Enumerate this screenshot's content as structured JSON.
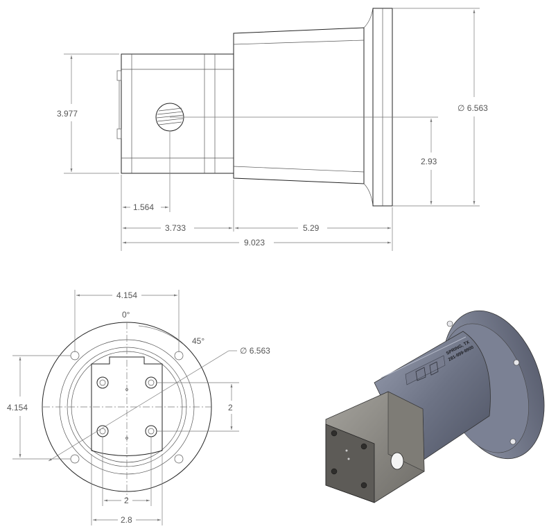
{
  "side_view": {
    "height": "3.977",
    "flange_diameter": "∅ 6.563",
    "port_height": "2.93",
    "port_offset": "1.564",
    "pump_length": "3.733",
    "motor_length": "5.29",
    "overall_length": "9.023"
  },
  "front_view": {
    "bolt_width": "4.154",
    "bolt_height": "4.154",
    "angle_zero": "0°",
    "angle_45": "45°",
    "flange_diameter": "∅ 6.563",
    "hole_spacing_v": "2",
    "hole_spacing_h": "2",
    "body_width": "2.8"
  },
  "iso_view": {
    "label_line1": "SPRING, TX",
    "label_line2": "281-999-9900"
  },
  "colors": {
    "line": "#222222",
    "dimension": "#777777",
    "motor_body": "#6f7485",
    "pump_body": "#8a8a86"
  }
}
